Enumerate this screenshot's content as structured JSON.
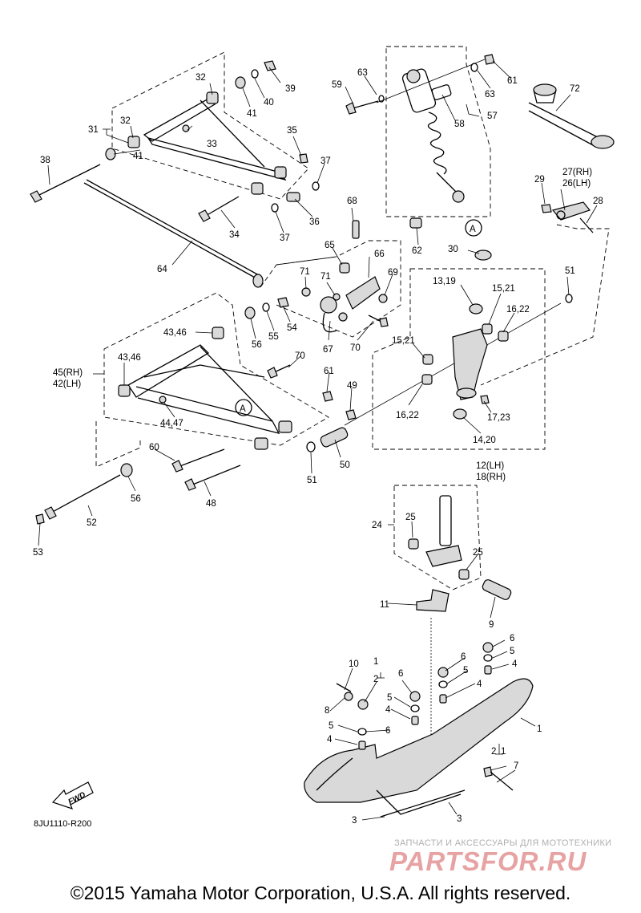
{
  "callouts": [
    {
      "id": "c1a",
      "text": "1"
    },
    {
      "id": "c1b",
      "text": "1"
    },
    {
      "id": "c1c",
      "text": "1"
    },
    {
      "id": "c2a",
      "text": "2"
    },
    {
      "id": "c2b",
      "text": "2"
    },
    {
      "id": "c3a",
      "text": "3"
    },
    {
      "id": "c3b",
      "text": "3"
    },
    {
      "id": "c4a",
      "text": "4"
    },
    {
      "id": "c4b",
      "text": "4"
    },
    {
      "id": "c4c",
      "text": "4"
    },
    {
      "id": "c4d",
      "text": "4"
    },
    {
      "id": "c5a",
      "text": "5"
    },
    {
      "id": "c5b",
      "text": "5"
    },
    {
      "id": "c5c",
      "text": "5"
    },
    {
      "id": "c5d",
      "text": "5"
    },
    {
      "id": "c6a",
      "text": "6"
    },
    {
      "id": "c6b",
      "text": "6"
    },
    {
      "id": "c6c",
      "text": "6"
    },
    {
      "id": "c6d",
      "text": "6"
    },
    {
      "id": "c7",
      "text": "7"
    },
    {
      "id": "c8",
      "text": "8"
    },
    {
      "id": "c9",
      "text": "9"
    },
    {
      "id": "c10",
      "text": "10"
    },
    {
      "id": "c11",
      "text": "11"
    },
    {
      "id": "c12",
      "text": "12(LH)"
    },
    {
      "id": "c18",
      "text": "18(RH)"
    },
    {
      "id": "c1319",
      "text": "13,19"
    },
    {
      "id": "c1420",
      "text": "14,20"
    },
    {
      "id": "c1521a",
      "text": "15,21"
    },
    {
      "id": "c1521b",
      "text": "15,21"
    },
    {
      "id": "c1622a",
      "text": "16,22"
    },
    {
      "id": "c1622b",
      "text": "16,22"
    },
    {
      "id": "c1723",
      "text": "17,23"
    },
    {
      "id": "c24",
      "text": "24"
    },
    {
      "id": "c25a",
      "text": "25"
    },
    {
      "id": "c25b",
      "text": "25"
    },
    {
      "id": "c27",
      "text": "27(RH)"
    },
    {
      "id": "c26",
      "text": "26(LH)"
    },
    {
      "id": "c28",
      "text": "28"
    },
    {
      "id": "c29",
      "text": "29"
    },
    {
      "id": "c30",
      "text": "30"
    },
    {
      "id": "c31",
      "text": "31"
    },
    {
      "id": "c32a",
      "text": "32"
    },
    {
      "id": "c32b",
      "text": "32"
    },
    {
      "id": "c33",
      "text": "33"
    },
    {
      "id": "c34",
      "text": "34"
    },
    {
      "id": "c35",
      "text": "35"
    },
    {
      "id": "c36",
      "text": "36"
    },
    {
      "id": "c37a",
      "text": "37"
    },
    {
      "id": "c37b",
      "text": "37"
    },
    {
      "id": "c38",
      "text": "38"
    },
    {
      "id": "c39",
      "text": "39"
    },
    {
      "id": "c40",
      "text": "40"
    },
    {
      "id": "c41a",
      "text": "41"
    },
    {
      "id": "c41b",
      "text": "41"
    },
    {
      "id": "c45",
      "text": "45(RH)"
    },
    {
      "id": "c42",
      "text": "42(LH)"
    },
    {
      "id": "c4346a",
      "text": "43,46"
    },
    {
      "id": "c4346b",
      "text": "43,46"
    },
    {
      "id": "c4447",
      "text": "44,47"
    },
    {
      "id": "c48",
      "text": "48"
    },
    {
      "id": "c49",
      "text": "49"
    },
    {
      "id": "c50",
      "text": "50"
    },
    {
      "id": "c51a",
      "text": "51"
    },
    {
      "id": "c51b",
      "text": "51"
    },
    {
      "id": "c52",
      "text": "52"
    },
    {
      "id": "c53",
      "text": "53"
    },
    {
      "id": "c54",
      "text": "54"
    },
    {
      "id": "c55",
      "text": "55"
    },
    {
      "id": "c56a",
      "text": "56"
    },
    {
      "id": "c56b",
      "text": "56"
    },
    {
      "id": "c57",
      "text": "57"
    },
    {
      "id": "c58",
      "text": "58"
    },
    {
      "id": "c59",
      "text": "59"
    },
    {
      "id": "c60",
      "text": "60"
    },
    {
      "id": "c61a",
      "text": "61"
    },
    {
      "id": "c61b",
      "text": "61"
    },
    {
      "id": "c62",
      "text": "62"
    },
    {
      "id": "c63a",
      "text": "63"
    },
    {
      "id": "c63b",
      "text": "63"
    },
    {
      "id": "c64",
      "text": "64"
    },
    {
      "id": "c65",
      "text": "65"
    },
    {
      "id": "c66",
      "text": "66"
    },
    {
      "id": "c67",
      "text": "67"
    },
    {
      "id": "c68",
      "text": "68"
    },
    {
      "id": "c69",
      "text": "69"
    },
    {
      "id": "c70a",
      "text": "70"
    },
    {
      "id": "c70b",
      "text": "70"
    },
    {
      "id": "c71a",
      "text": "71"
    },
    {
      "id": "c71b",
      "text": "71"
    },
    {
      "id": "c72",
      "text": "72"
    }
  ],
  "markers": {
    "a_top": "A",
    "a_bottom": "A"
  },
  "fwd_label": "FWD",
  "diagram_code": "8JU1110-R200",
  "watermark": {
    "subtitle": "ЗАПЧАСТИ И АКСЕССУАРЫ ДЛЯ МОТОТЕХНИКИ",
    "logo": "PARTSFOR.RU"
  },
  "copyright": "©2015 Yamaha Motor Corporation, U.S.A. All rights reserved."
}
